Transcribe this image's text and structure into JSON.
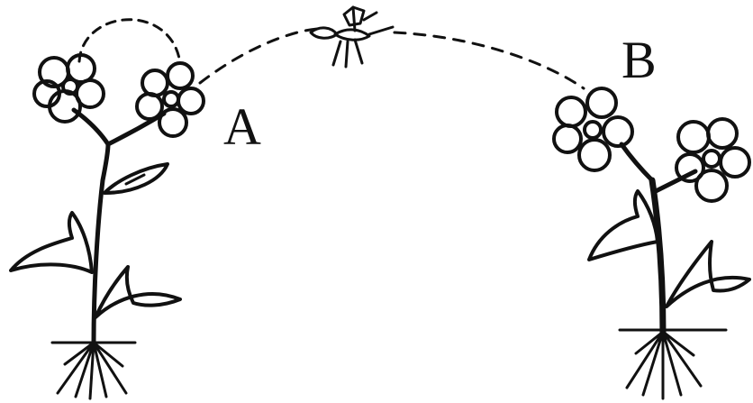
{
  "labels": {
    "plant_a": "A",
    "plant_b": "B"
  },
  "colors": {
    "ink": "#111111",
    "background": "#ffffff"
  },
  "icons": {
    "plant_a": "flowering-plant-icon",
    "plant_b": "flowering-plant-icon",
    "insect": "insect-pollinator-icon",
    "pollination_path": "dashed-arc"
  }
}
